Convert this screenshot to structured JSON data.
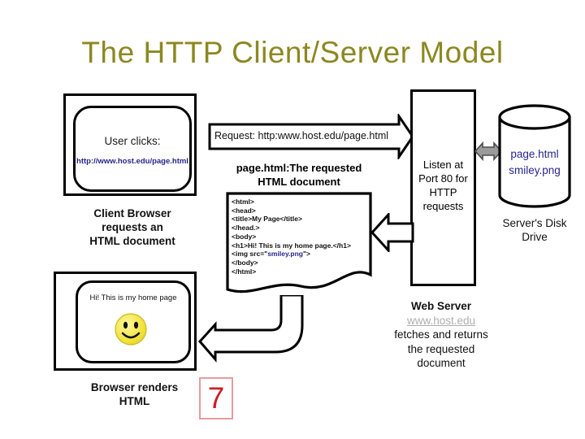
{
  "slide": {
    "title": "The HTTP Client/Server Model",
    "page_number": "7"
  },
  "colors": {
    "title": "#8c8821",
    "url_navy": "#26268c",
    "page_number_red": "#cb2026",
    "page_box_border": "#e59c9c",
    "link_gray": "#aeaeae",
    "double_arrow_gray": "#9a9a9a",
    "smiley_yellow": "#f2e33a"
  },
  "client_top": {
    "heading": "User clicks:",
    "url": "http://www.host.edu/page.html"
  },
  "request_arrow": {
    "label": "Request: http:www.host.edu/page.html"
  },
  "document": {
    "caption_line1": "page.html:The requested",
    "caption_line2": "HTML document",
    "code": [
      "<html>",
      "<head>",
      "<title>My Page</title>",
      "</head.>",
      "<body>",
      "<h1>Hi! This is my home page.</h1>"
    ],
    "code_img": {
      "prefix": "<img src=\"",
      "file": "smiley.png",
      "suffix": "\">"
    },
    "code_tail": [
      "</body>",
      "</html>"
    ]
  },
  "client_label": [
    "Client Browser",
    "requests an",
    "HTML document"
  ],
  "browser_box": {
    "text": "Hi! This is  my home page"
  },
  "browser_label": [
    "Browser renders",
    "HTML"
  ],
  "server": {
    "label": [
      "Listen at",
      "Port 80 for",
      "HTTP",
      "requests"
    ]
  },
  "disk": {
    "files": [
      "page.html",
      "smiley.png"
    ],
    "label": [
      "Server's Disk",
      "Drive"
    ]
  },
  "web_server": {
    "title": "Web Server",
    "link": "www.host.edu",
    "lines": [
      "fetches and returns",
      "the requested",
      "document"
    ]
  }
}
